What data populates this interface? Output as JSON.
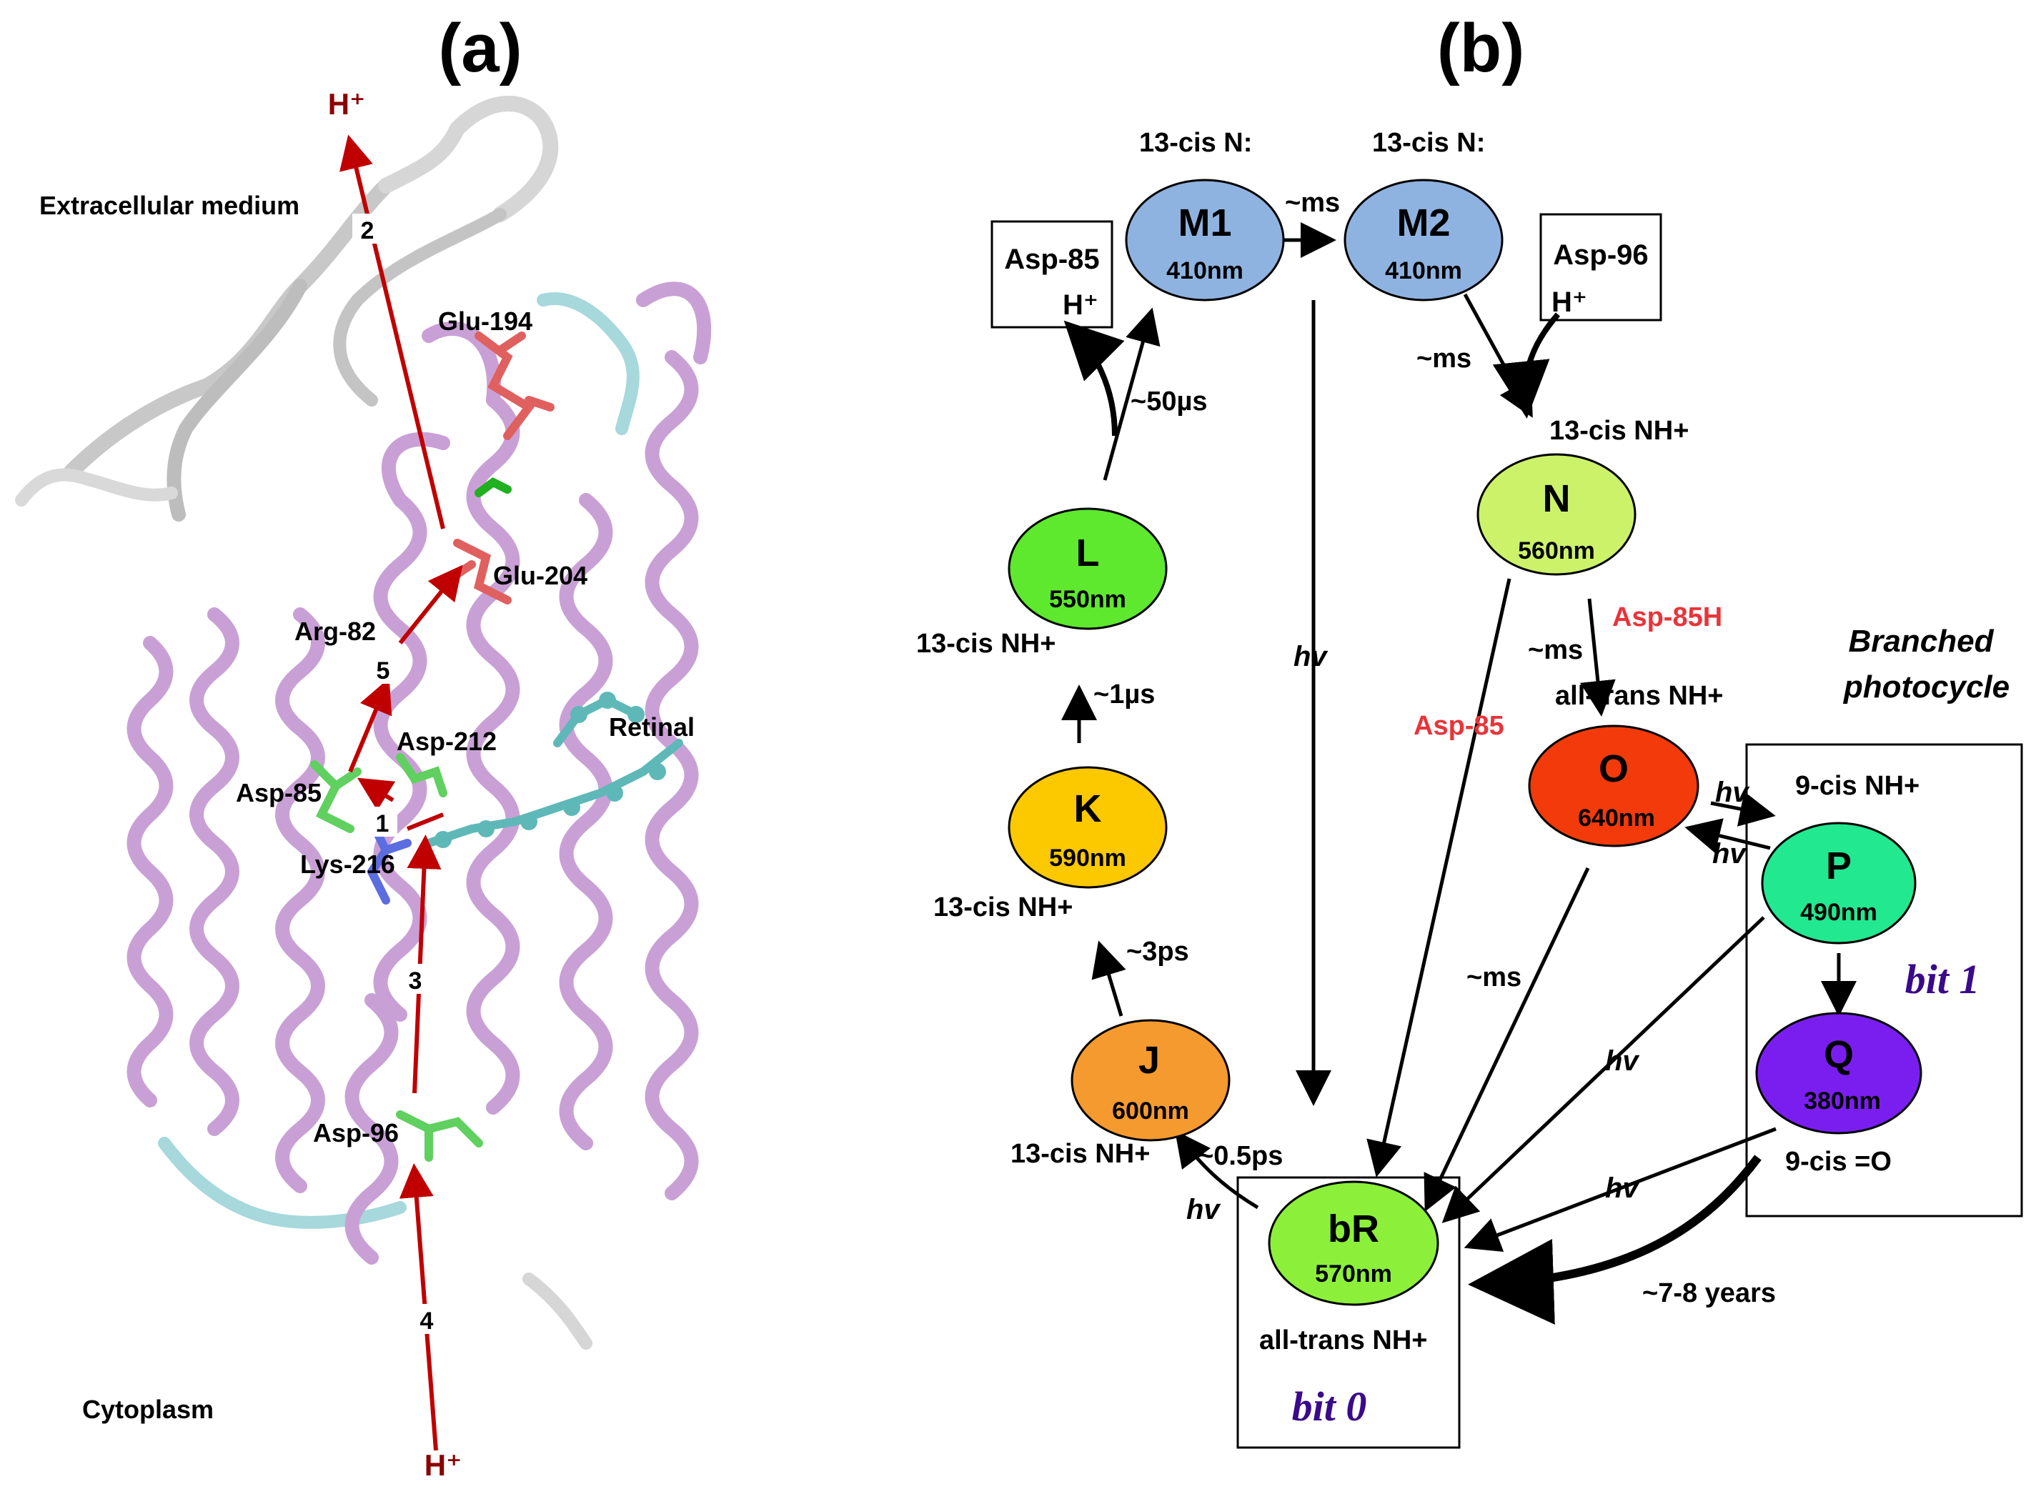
{
  "panel_a": {
    "heading": "(a)",
    "labels": {
      "extracellular": "Extracellular medium",
      "cytoplasm": "Cytoplasm",
      "glu194": "Glu-194",
      "glu204": "Glu-204",
      "arg82": "Arg-82",
      "asp212": "Asp-212",
      "retinal": "Retinal",
      "asp85": "Asp-85",
      "lys216": "Lys-216",
      "asp96": "Asp-96",
      "h_top": "H⁺",
      "h_bottom": "H⁺"
    },
    "path_numbers": [
      "1",
      "2",
      "3",
      "4",
      "5"
    ],
    "colors": {
      "helix": "#c9a0d6",
      "loop_gray": "#c8c8c8",
      "loop_cyan": "#a6d8dc",
      "arrow": "#c00000",
      "glu": "#e06060",
      "asp": "#60d060",
      "retinal": "#5fb8b8",
      "lys": "#5c6de0"
    }
  },
  "panel_b": {
    "heading": "(b)",
    "states": [
      {
        "key": "M1",
        "name": "M1",
        "wavelength": "410nm",
        "color": "#8fb3e0"
      },
      {
        "key": "M2",
        "name": "M2",
        "wavelength": "410nm",
        "color": "#8fb3e0"
      },
      {
        "key": "L",
        "name": "L",
        "wavelength": "550nm",
        "color": "#5ee82e"
      },
      {
        "key": "N",
        "name": "N",
        "wavelength": "560nm",
        "color": "#ccf26a"
      },
      {
        "key": "K",
        "name": "K",
        "wavelength": "590nm",
        "color": "#fcc800"
      },
      {
        "key": "O",
        "name": "O",
        "wavelength": "640nm",
        "color": "#f23a0a"
      },
      {
        "key": "P",
        "name": "P",
        "wavelength": "490nm",
        "color": "#22e890"
      },
      {
        "key": "J",
        "name": "J",
        "wavelength": "600nm",
        "color": "#f59a2e"
      },
      {
        "key": "Q",
        "name": "Q",
        "wavelength": "380nm",
        "color": "#7a1ef0"
      },
      {
        "key": "bR",
        "name": "bR",
        "wavelength": "570nm",
        "color": "#8cf03a"
      }
    ],
    "isomers": {
      "m1": "13-cis N:",
      "m2": "13-cis N:",
      "n": "13-cis NH+",
      "l": "13-cis  NH+",
      "o": "all-trans  NH+",
      "p": "9-cis  NH+",
      "k": "13-cis  NH+",
      "j": "13-cis  NH+",
      "q": "9-cis  =O",
      "br": "all-trans  NH+"
    },
    "boxes": {
      "asp85_name": "Asp-85",
      "asp85_h": "H⁺",
      "asp96_name": "Asp-96",
      "asp96_h": "H⁺"
    },
    "transitions": {
      "m1_m2": "~ms",
      "m2_n": "~ms",
      "l_m1": "~50µs",
      "k_l": "~1µs",
      "j_k": "~3ps",
      "br_j": "~0.5ps",
      "n_o": "~ms",
      "o_br": "~ms",
      "q_br": "~7-8 years"
    },
    "hv_labels": {
      "m_br": "hv",
      "o_p": "hv",
      "p_o": "hv",
      "p_br": "hv",
      "q_br": "hv",
      "br_j": "hv"
    },
    "red_labels": {
      "asp85h": "Asp-85H",
      "asp85": "Asp-85"
    },
    "branch_title": [
      "Branched",
      "photocycle"
    ],
    "bit_labels": {
      "bit1": "bit 1",
      "bit0": "bit 0"
    }
  }
}
